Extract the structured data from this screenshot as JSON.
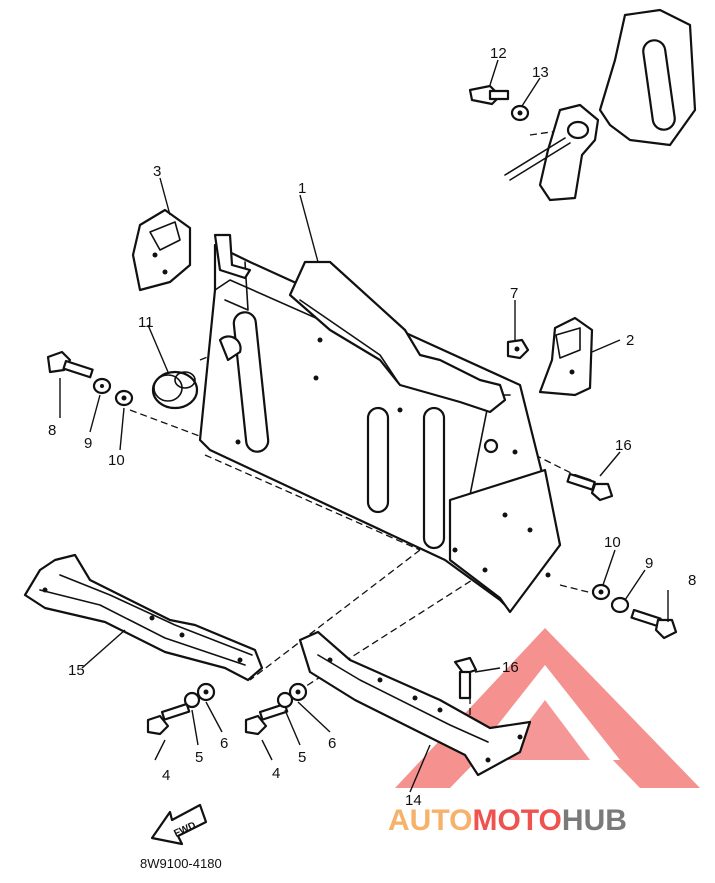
{
  "callouts": {
    "c1": "1",
    "c2": "2",
    "c3": "3",
    "c4a": "4",
    "c4b": "4",
    "c5a": "5",
    "c5b": "5",
    "c6a": "6",
    "c6b": "6",
    "c7": "7",
    "c8a": "8",
    "c8b": "8",
    "c9a": "9",
    "c9b": "9",
    "c10a": "10",
    "c10b": "10",
    "c11": "11",
    "c12": "12",
    "c13": "13",
    "c14": "14",
    "c15": "15",
    "c16a": "16",
    "c16b": "16"
  },
  "fwd_label": "FWD",
  "diagram_code": "8W9100-4180",
  "watermark": {
    "part1": "AUTO",
    "part2": "MOTO",
    "part3": "HUB",
    "color_auto": "#f6b26b",
    "color_moto": "#ef5350",
    "color_hub": "#7a7a7a"
  }
}
